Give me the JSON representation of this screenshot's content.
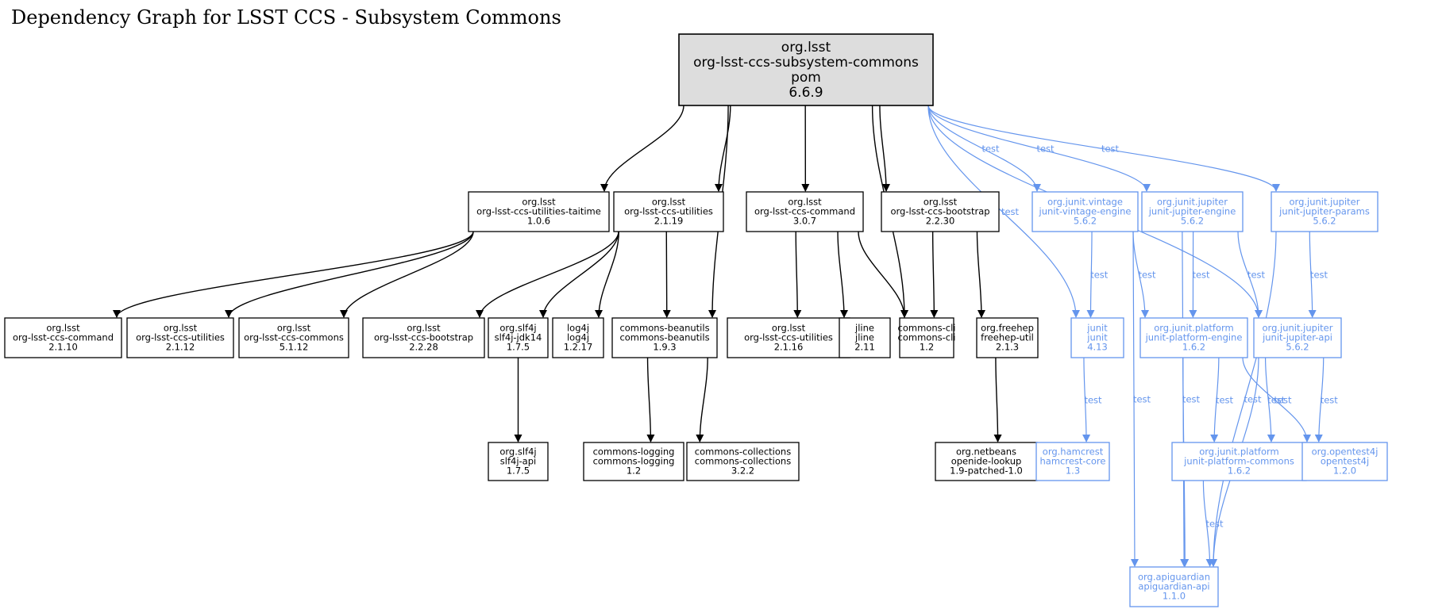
{
  "title": "Dependency Graph for LSST CCS - Subsystem Commons",
  "colors": {
    "compile": "#000000",
    "test": "#6495ED",
    "root_fill": "#DDDDDD"
  },
  "nodes": [
    {
      "id": "root",
      "lines": [
        "org.lsst",
        "org-lsst-ccs-subsystem-commons",
        "pom",
        "6.6.9"
      ],
      "scope": "root"
    },
    {
      "id": "taitime",
      "lines": [
        "org.lsst",
        "org-lsst-ccs-utilities-taitime",
        "1.0.6"
      ],
      "scope": "compile"
    },
    {
      "id": "util2119",
      "lines": [
        "org.lsst",
        "org-lsst-ccs-utilities",
        "2.1.19"
      ],
      "scope": "compile"
    },
    {
      "id": "command307",
      "lines": [
        "org.lsst",
        "org-lsst-ccs-command",
        "3.0.7"
      ],
      "scope": "compile"
    },
    {
      "id": "bootstrap2230",
      "lines": [
        "org.lsst",
        "org-lsst-ccs-bootstrap",
        "2.2.30"
      ],
      "scope": "compile"
    },
    {
      "id": "vintage",
      "lines": [
        "org.junit.vintage",
        "junit-vintage-engine",
        "5.6.2"
      ],
      "scope": "test"
    },
    {
      "id": "jupengine",
      "lines": [
        "org.junit.jupiter",
        "junit-jupiter-engine",
        "5.6.2"
      ],
      "scope": "test"
    },
    {
      "id": "jupparams",
      "lines": [
        "org.junit.jupiter",
        "junit-jupiter-params",
        "5.6.2"
      ],
      "scope": "test"
    },
    {
      "id": "command2110",
      "lines": [
        "org.lsst",
        "org-lsst-ccs-command",
        "2.1.10"
      ],
      "scope": "compile"
    },
    {
      "id": "util2112",
      "lines": [
        "org.lsst",
        "org-lsst-ccs-utilities",
        "2.1.12"
      ],
      "scope": "compile"
    },
    {
      "id": "commons5112",
      "lines": [
        "org.lsst",
        "org-lsst-ccs-commons",
        "5.1.12"
      ],
      "scope": "compile"
    },
    {
      "id": "bootstrap2228",
      "lines": [
        "org.lsst",
        "org-lsst-ccs-bootstrap",
        "2.2.28"
      ],
      "scope": "compile"
    },
    {
      "id": "slf4jjdk",
      "lines": [
        "org.slf4j",
        "slf4j-jdk14",
        "1.7.5"
      ],
      "scope": "compile"
    },
    {
      "id": "log4j",
      "lines": [
        "log4j",
        "log4j",
        "1.2.17"
      ],
      "scope": "compile"
    },
    {
      "id": "beanutils",
      "lines": [
        "commons-beanutils",
        "commons-beanutils",
        "1.9.3"
      ],
      "scope": "compile"
    },
    {
      "id": "util2116",
      "lines": [
        "org.lsst",
        "org-lsst-ccs-utilities",
        "2.1.16"
      ],
      "scope": "compile"
    },
    {
      "id": "jline",
      "lines": [
        "jline",
        "jline",
        "2.11"
      ],
      "scope": "compile"
    },
    {
      "id": "cli",
      "lines": [
        "commons-cli",
        "commons-cli",
        "1.2"
      ],
      "scope": "compile"
    },
    {
      "id": "freehep",
      "lines": [
        "org.freehep",
        "freehep-util",
        "2.1.3"
      ],
      "scope": "compile"
    },
    {
      "id": "junit",
      "lines": [
        "junit",
        "junit",
        "4.13"
      ],
      "scope": "test"
    },
    {
      "id": "platengine",
      "lines": [
        "org.junit.platform",
        "junit-platform-engine",
        "1.6.2"
      ],
      "scope": "test"
    },
    {
      "id": "jupapi",
      "lines": [
        "org.junit.jupiter",
        "junit-jupiter-api",
        "5.6.2"
      ],
      "scope": "test"
    },
    {
      "id": "slf4japi",
      "lines": [
        "org.slf4j",
        "slf4j-api",
        "1.7.5"
      ],
      "scope": "compile"
    },
    {
      "id": "logging",
      "lines": [
        "commons-logging",
        "commons-logging",
        "1.2"
      ],
      "scope": "compile"
    },
    {
      "id": "collections",
      "lines": [
        "commons-collections",
        "commons-collections",
        "3.2.2"
      ],
      "scope": "compile"
    },
    {
      "id": "openide",
      "lines": [
        "org.netbeans",
        "openide-lookup",
        "1.9-patched-1.0"
      ],
      "scope": "compile"
    },
    {
      "id": "hamcrest",
      "lines": [
        "org.hamcrest",
        "hamcrest-core",
        "1.3"
      ],
      "scope": "test"
    },
    {
      "id": "platcommons",
      "lines": [
        "org.junit.platform",
        "junit-platform-commons",
        "1.6.2"
      ],
      "scope": "test"
    },
    {
      "id": "opentest4j",
      "lines": [
        "org.opentest4j",
        "opentest4j",
        "1.2.0"
      ],
      "scope": "test"
    },
    {
      "id": "apiguardian",
      "lines": [
        "org.apiguardian",
        "apiguardian-api",
        "1.1.0"
      ],
      "scope": "test"
    }
  ],
  "edges": [
    {
      "from": "root",
      "to": "taitime",
      "label": ""
    },
    {
      "from": "root",
      "to": "util2119",
      "label": ""
    },
    {
      "from": "root",
      "to": "beanutils",
      "label": ""
    },
    {
      "from": "root",
      "to": "command307",
      "label": ""
    },
    {
      "from": "root",
      "to": "cli",
      "label": ""
    },
    {
      "from": "root",
      "to": "bootstrap2230",
      "label": ""
    },
    {
      "from": "root",
      "to": "junit",
      "label": "test"
    },
    {
      "from": "root",
      "to": "vintage",
      "label": "test"
    },
    {
      "from": "root",
      "to": "jupengine",
      "label": "test"
    },
    {
      "from": "root",
      "to": "jupapi",
      "label": "test"
    },
    {
      "from": "root",
      "to": "jupparams",
      "label": "test"
    },
    {
      "from": "taitime",
      "to": "command2110",
      "label": ""
    },
    {
      "from": "taitime",
      "to": "util2112",
      "label": ""
    },
    {
      "from": "taitime",
      "to": "commons5112",
      "label": ""
    },
    {
      "from": "util2119",
      "to": "bootstrap2228",
      "label": ""
    },
    {
      "from": "util2119",
      "to": "slf4jjdk",
      "label": ""
    },
    {
      "from": "util2119",
      "to": "log4j",
      "label": ""
    },
    {
      "from": "util2119",
      "to": "beanutils",
      "label": ""
    },
    {
      "from": "command307",
      "to": "util2116",
      "label": ""
    },
    {
      "from": "command307",
      "to": "jline",
      "label": ""
    },
    {
      "from": "command307",
      "to": "cli",
      "label": ""
    },
    {
      "from": "bootstrap2230",
      "to": "cli",
      "label": ""
    },
    {
      "from": "bootstrap2230",
      "to": "freehep",
      "label": ""
    },
    {
      "from": "vintage",
      "to": "junit",
      "label": "test"
    },
    {
      "from": "vintage",
      "to": "platengine",
      "label": "test"
    },
    {
      "from": "vintage",
      "to": "apiguardian",
      "label": "test"
    },
    {
      "from": "jupengine",
      "to": "platengine",
      "label": "test"
    },
    {
      "from": "jupengine",
      "to": "jupapi",
      "label": "test"
    },
    {
      "from": "jupengine",
      "to": "apiguardian",
      "label": "test"
    },
    {
      "from": "jupparams",
      "to": "jupapi",
      "label": "test"
    },
    {
      "from": "jupparams",
      "to": "apiguardian",
      "label": "test"
    },
    {
      "from": "slf4jjdk",
      "to": "slf4japi",
      "label": ""
    },
    {
      "from": "beanutils",
      "to": "logging",
      "label": ""
    },
    {
      "from": "beanutils",
      "to": "collections",
      "label": ""
    },
    {
      "from": "freehep",
      "to": "openide",
      "label": ""
    },
    {
      "from": "junit",
      "to": "hamcrest",
      "label": "test"
    },
    {
      "from": "platengine",
      "to": "platcommons",
      "label": "test"
    },
    {
      "from": "platengine",
      "to": "opentest4j",
      "label": "test"
    },
    {
      "from": "platengine",
      "to": "apiguardian",
      "label": "test"
    },
    {
      "from": "jupapi",
      "to": "platcommons",
      "label": "test"
    },
    {
      "from": "jupapi",
      "to": "opentest4j",
      "label": "test"
    },
    {
      "from": "jupapi",
      "to": "apiguardian",
      "label": "test"
    },
    {
      "from": "platcommons",
      "to": "apiguardian",
      "label": "test"
    }
  ]
}
